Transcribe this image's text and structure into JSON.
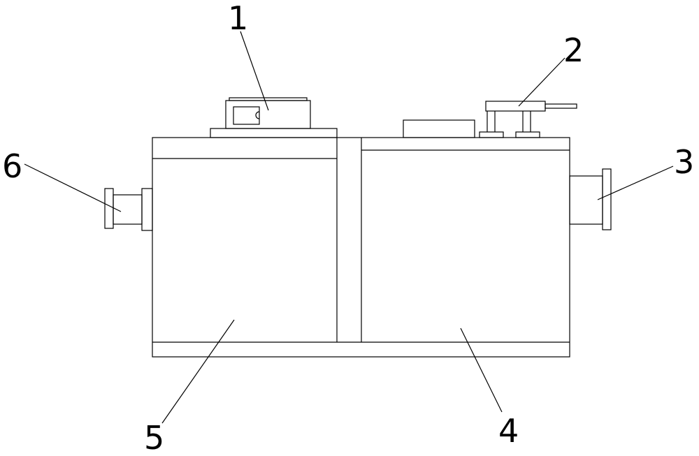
{
  "labels": {
    "l1": "1",
    "l2": "2",
    "l3": "3",
    "l4": "4",
    "l5": "5",
    "l6": "6"
  },
  "colors": {
    "line": "#000000",
    "background": "#ffffff"
  }
}
